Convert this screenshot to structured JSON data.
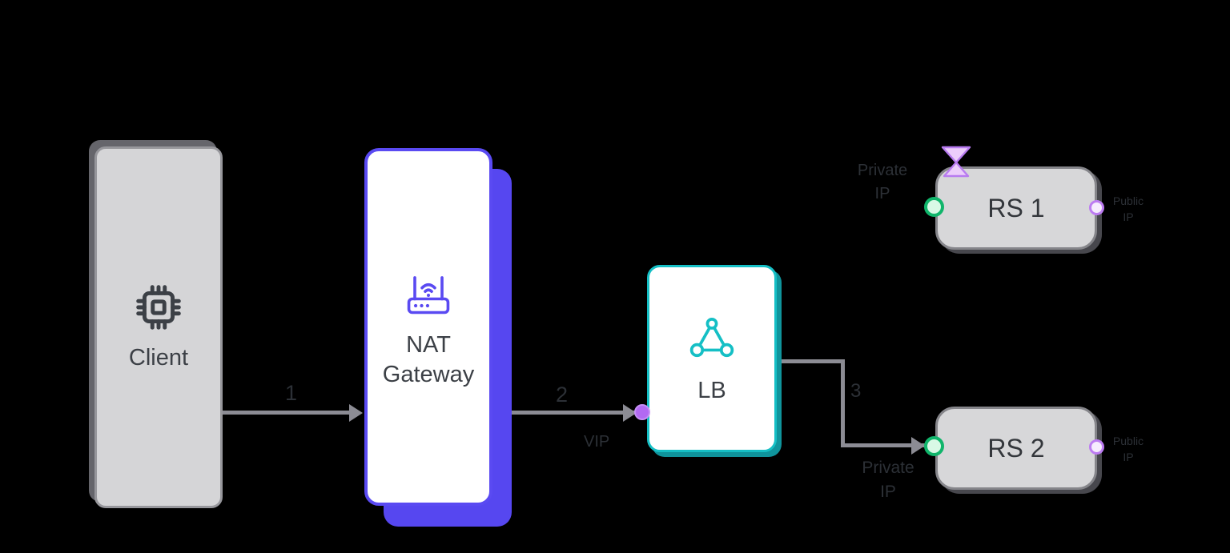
{
  "diagram_type": "network-flow-diagram",
  "nodes": {
    "client": {
      "label": "Client",
      "icon": "cpu-chip-icon"
    },
    "nat_gateway": {
      "label": "NAT Gateway",
      "line1": "NAT",
      "line2": "Gateway",
      "icon": "wifi-router-icon"
    },
    "lb": {
      "label": "LB",
      "icon": "load-balancer-triangle-icon"
    },
    "rs1": {
      "label": "RS 1",
      "status_icon": "hourglass-icon"
    },
    "rs2": {
      "label": "RS 2"
    }
  },
  "edges": {
    "client_to_nat": {
      "step": "1"
    },
    "nat_to_lb": {
      "step": "2",
      "endpoint_label": "VIP"
    },
    "lb_to_rs2": {
      "step": "3"
    }
  },
  "annotations": {
    "rs1_left": {
      "line1": "Private",
      "line2": "IP"
    },
    "rs1_right": {
      "line1": "Public",
      "line2": "IP"
    },
    "rs2_bottom": {
      "line1": "Private",
      "line2": "IP"
    },
    "rs2_right": {
      "line1": "Public",
      "line2": "IP"
    }
  },
  "colors": {
    "background": "#000000",
    "indigo_accent": "#5a4af2",
    "teal_accent": "#15bfc5",
    "line_gray": "#8c8c94",
    "green_port": "#10b56b",
    "purple_port": "#bd7cf2",
    "purple_endpoint": "#b269f2",
    "node_gray_fill": "#d5d5d7",
    "dark_label": "#2c3036",
    "hourglass_fill": "#eccdfb",
    "hourglass_stroke": "#b87bf0"
  }
}
